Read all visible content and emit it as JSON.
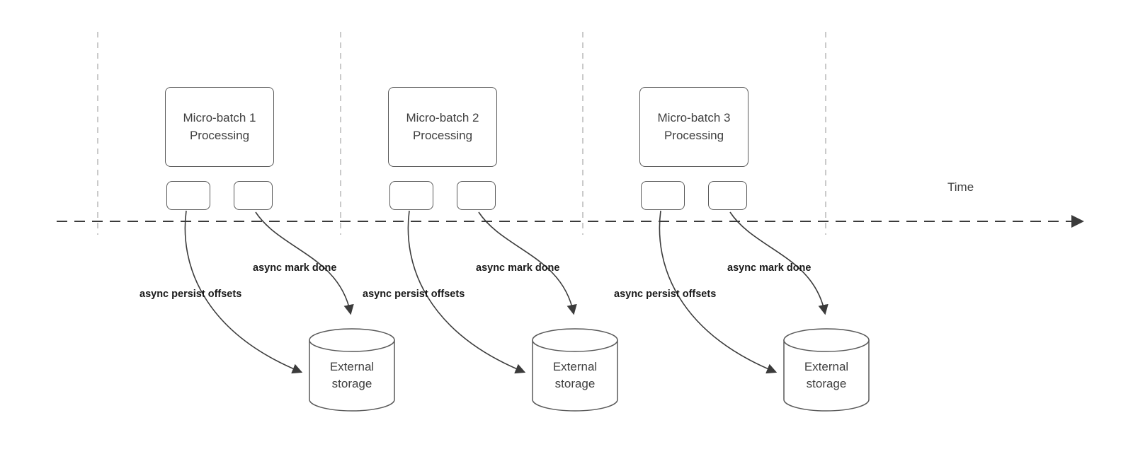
{
  "diagram": {
    "time_label": "Time",
    "groups": [
      {
        "title_line1": "Micro-batch 1",
        "title_line2": "Processing",
        "persist_label": "async persist offsets",
        "done_label": "async mark done",
        "storage_line1": "External",
        "storage_line2": "storage"
      },
      {
        "title_line1": "Micro-batch 2",
        "title_line2": "Processing",
        "persist_label": "async persist offsets",
        "done_label": "async mark done",
        "storage_line1": "External",
        "storage_line2": "storage"
      },
      {
        "title_line1": "Micro-batch 3",
        "title_line2": "Processing",
        "persist_label": "async persist offsets",
        "done_label": "async mark done",
        "storage_line1": "External",
        "storage_line2": "storage"
      }
    ]
  }
}
